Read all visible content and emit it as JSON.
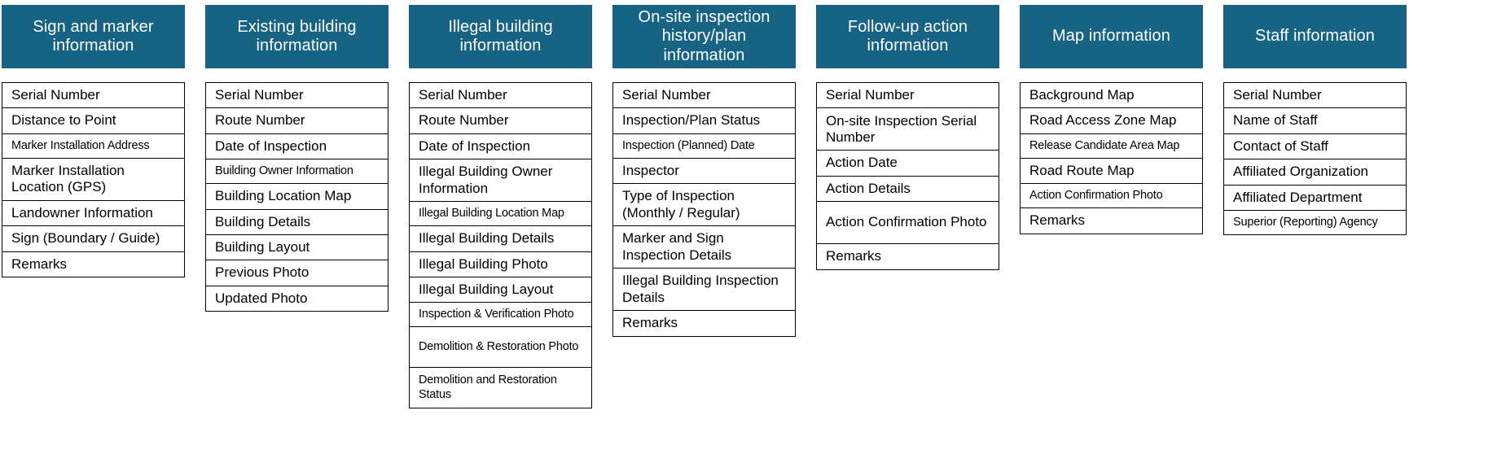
{
  "diagram": {
    "theme": {
      "header_bg": "#176384",
      "header_text": "#ffffff",
      "border": "#000000",
      "page_bg": "#ffffff"
    },
    "columns": [
      {
        "id": "sign-and-marker-information",
        "title": "Sign and marker information",
        "fields": [
          {
            "label": "Serial Number",
            "size": "normal"
          },
          {
            "label": "Distance to Point",
            "size": "normal"
          },
          {
            "label": "Marker Installation Address",
            "size": "small"
          },
          {
            "label": "Marker Installation Location (GPS)",
            "size": "normal",
            "lines": 2
          },
          {
            "label": "Landowner Information",
            "size": "normal"
          },
          {
            "label": "Sign (Boundary / Guide)",
            "size": "normal"
          },
          {
            "label": "Remarks",
            "size": "normal"
          }
        ]
      },
      {
        "id": "existing-building-information",
        "title": "Existing building information",
        "fields": [
          {
            "label": "Serial Number",
            "size": "normal"
          },
          {
            "label": "Route Number",
            "size": "normal"
          },
          {
            "label": "Date of Inspection",
            "size": "normal"
          },
          {
            "label": "Building Owner Information",
            "size": "small"
          },
          {
            "label": "Building Location Map",
            "size": "normal"
          },
          {
            "label": "Building Details",
            "size": "normal"
          },
          {
            "label": "Building Layout",
            "size": "normal"
          },
          {
            "label": "Previous Photo",
            "size": "normal"
          },
          {
            "label": "Updated Photo",
            "size": "normal"
          }
        ]
      },
      {
        "id": "illegal-building-information",
        "title": "Illegal building information",
        "fields": [
          {
            "label": "Serial Number",
            "size": "normal"
          },
          {
            "label": "Route Number",
            "size": "normal"
          },
          {
            "label": "Date of Inspection",
            "size": "normal"
          },
          {
            "label": "Illegal Building Owner Information",
            "size": "normal",
            "lines": 2
          },
          {
            "label": "Illegal Building Location Map",
            "size": "small"
          },
          {
            "label": "Illegal Building Details",
            "size": "normal"
          },
          {
            "label": "Illegal Building Photo",
            "size": "normal"
          },
          {
            "label": "Illegal Building Layout",
            "size": "normal"
          },
          {
            "label": "Inspection & Verification Photo",
            "size": "small"
          },
          {
            "label": "Demolition & Restoration Photo",
            "size": "small",
            "lines": 2
          },
          {
            "label": "Demolition and Restoration Status",
            "size": "small",
            "lines": 2
          }
        ]
      },
      {
        "id": "on-site-inspection-history-plan-information",
        "title": "On-site inspection history/plan information",
        "fields": [
          {
            "label": "Serial Number",
            "size": "normal"
          },
          {
            "label": "Inspection/Plan Status",
            "size": "normal"
          },
          {
            "label": "Inspection (Planned) Date",
            "size": "small"
          },
          {
            "label": "Inspector",
            "size": "normal"
          },
          {
            "label": "Type of Inspection (Monthly / Regular)",
            "size": "normal",
            "lines": 2
          },
          {
            "label": "Marker and Sign Inspection Details",
            "size": "normal",
            "lines": 2
          },
          {
            "label": "Illegal Building Inspection Details",
            "size": "normal",
            "lines": 2
          },
          {
            "label": "Remarks",
            "size": "normal"
          }
        ]
      },
      {
        "id": "follow-up-action-information",
        "title": "Follow-up action information",
        "fields": [
          {
            "label": "Serial Number",
            "size": "normal"
          },
          {
            "label": "On-site Inspection Serial Number",
            "size": "normal",
            "lines": 2
          },
          {
            "label": "Action Date",
            "size": "normal"
          },
          {
            "label": "Action Details",
            "size": "normal"
          },
          {
            "label": "Action Confirmation Photo",
            "size": "normal",
            "lines": 2
          },
          {
            "label": "Remarks",
            "size": "normal"
          }
        ]
      },
      {
        "id": "map-information",
        "title": "Map information",
        "fields": [
          {
            "label": "Background Map",
            "size": "normal"
          },
          {
            "label": "Road Access Zone Map",
            "size": "normal"
          },
          {
            "label": "Release Candidate Area Map",
            "size": "small"
          },
          {
            "label": "Road Route Map",
            "size": "normal"
          },
          {
            "label": "Action Confirmation Photo",
            "size": "small"
          },
          {
            "label": "Remarks",
            "size": "normal"
          }
        ]
      },
      {
        "id": "staff-information",
        "title": "Staff information",
        "fields": [
          {
            "label": "Serial Number",
            "size": "normal"
          },
          {
            "label": "Name of Staff",
            "size": "normal"
          },
          {
            "label": "Contact of Staff",
            "size": "normal"
          },
          {
            "label": "Affiliated Organization",
            "size": "normal"
          },
          {
            "label": "Affiliated Department",
            "size": "normal"
          },
          {
            "label": "Superior (Reporting) Agency",
            "size": "small"
          }
        ]
      }
    ]
  }
}
